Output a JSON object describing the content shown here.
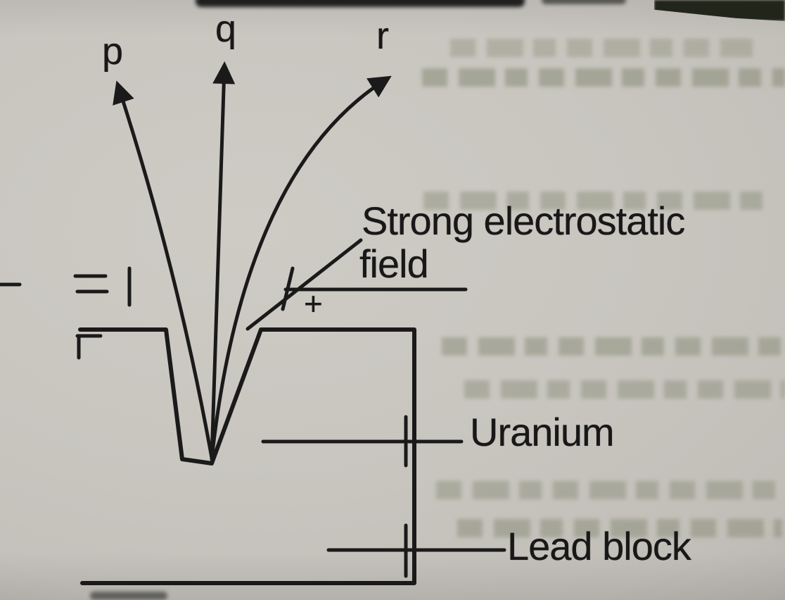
{
  "figure": {
    "ray_labels": {
      "p": "p",
      "q": "q",
      "r": "r"
    },
    "annotations": {
      "field_line1": "Strong electrostatic",
      "field_line2": "field",
      "plus_sign": "+",
      "uranium": "Uranium",
      "lead_block": "Lead block"
    },
    "colors": {
      "ink": "#1a1a1a",
      "paper": "#c8c5bf"
    }
  }
}
